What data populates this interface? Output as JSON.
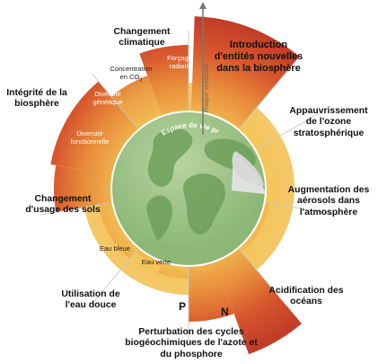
{
  "boundaries": {
    "climate": "Changement climatique",
    "novel": "Introduction d'entités nouvelles dans la biosphère",
    "ozone": "Appauvrissement de l'ozone stratosphérique",
    "aerosols": "Augmentation des aérosols dans l'atmosphère",
    "ocean": "Acidification des océans",
    "biogeo": "Perturbation des cycles biogéochimiques de l'azote et du phosphore",
    "freshwater": "Utilisation de l'eau douce",
    "land": "Changement d'usage des sols",
    "biosphere": "Intégrité de la biosphère"
  },
  "sub_labels": {
    "co2_line1": "Concentration",
    "co2_line2": "en CO",
    "co2_subscript": "2",
    "forcing": "Forçage radiatif",
    "genetic": "Diversité génétique",
    "functional": "Diversité fonctionnelle",
    "blue_water": "Eau bleue",
    "green_water": "Eau verte",
    "phosphorus": "P",
    "nitrogen": "N"
  },
  "safe_space": "Espace de vie préservé",
  "risk_axis": "Risque croissant",
  "colors": {
    "safe_green": "#8fb87a",
    "zone_yellow": "#f2c14e",
    "zone_orange": "#e8893a",
    "zone_red": "#c9432a",
    "globe_land": "#6fa35c",
    "globe_ocean": "#a7c98f"
  }
}
